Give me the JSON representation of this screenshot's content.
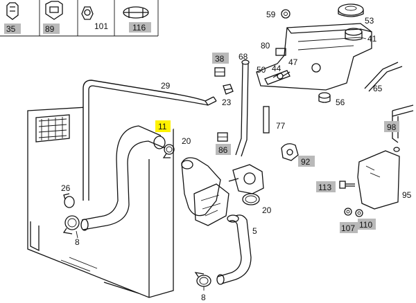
{
  "callouts": {
    "c35": "35",
    "c89": "89",
    "c101": "101",
    "c116": "116",
    "c59": "59",
    "c53": "53",
    "c41": "41",
    "c80": "80",
    "c68": "68",
    "c47": "47",
    "c50": "50",
    "c44": "44",
    "c38": "38",
    "c29": "29",
    "c65": "65",
    "c23": "23",
    "c56": "56",
    "c11": "11",
    "c20a": "20",
    "c77": "77",
    "c98": "98",
    "c86": "86",
    "c92": "92",
    "c26": "26",
    "c113": "113",
    "c95": "95",
    "c20b": "20",
    "c8a": "8",
    "c5": "5",
    "c107": "107",
    "c110": "110",
    "c8b": "8"
  },
  "colors": {
    "highlight": "#fff200",
    "reference_box": "#b9b9b9",
    "line": "#111111"
  }
}
